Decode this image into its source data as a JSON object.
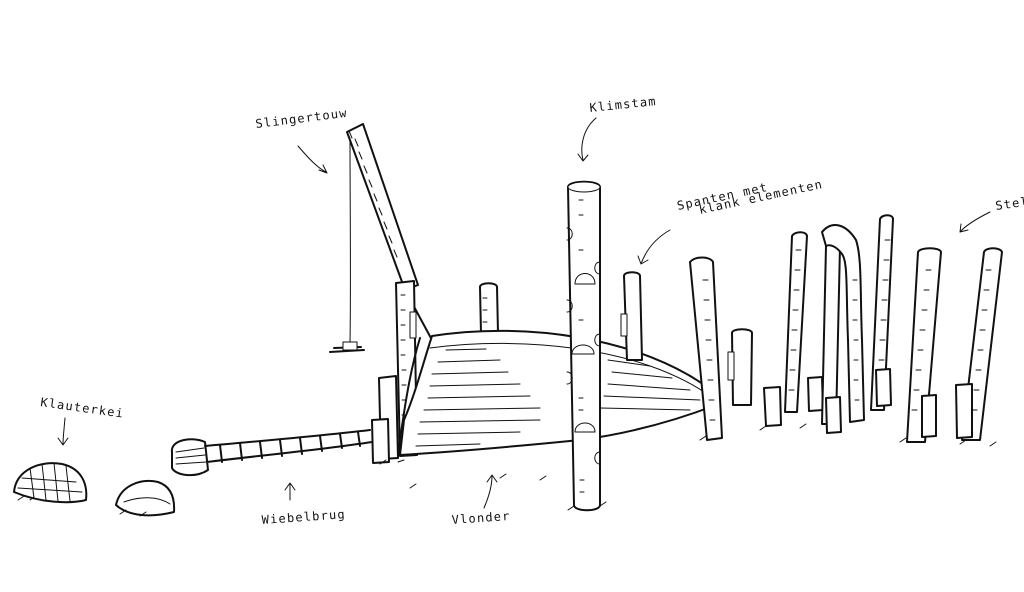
{
  "labels": {
    "slingertouw": "Slingertouw",
    "klimstam": "Klimstam",
    "spanten_line1": "Spanten met",
    "spanten_line2": "klank elementen",
    "stel": "Stel",
    "klauterkei": "Klauterkei",
    "wiebelbrug": "Wiebelbrug",
    "vlonder": "Vlonder"
  }
}
